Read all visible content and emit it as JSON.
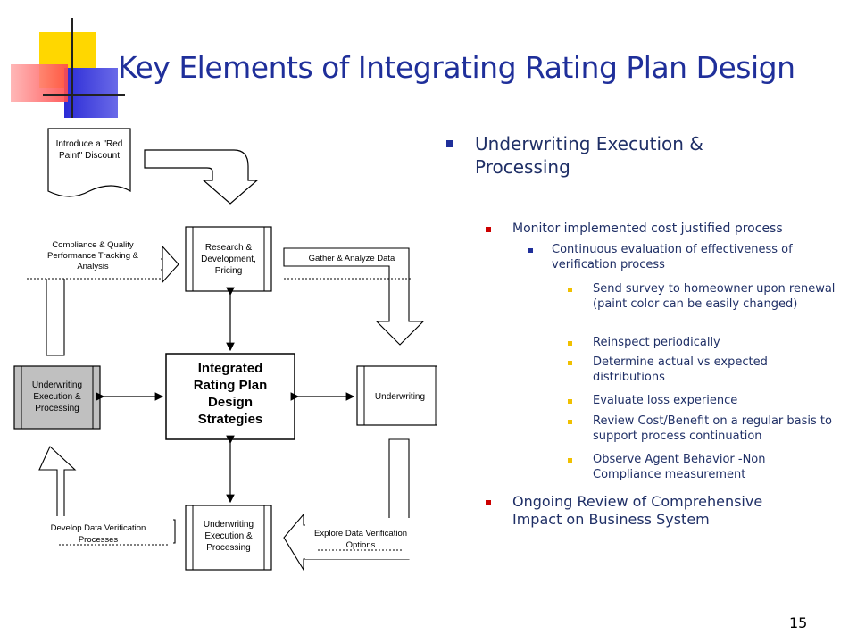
{
  "slide": {
    "title": "Key Elements of Integrating Rating Plan Design",
    "page_number": "15"
  },
  "bullets": {
    "main": "Underwriting Execution & Processing",
    "sub1": "Monitor implemented cost justified process",
    "sub1_child": "Continuous evaluation of effectiveness of verification process",
    "items": [
      "Send survey to homeowner upon renewal (paint color can be easily changed)",
      "Reinspect periodically",
      "Determine actual vs expected distributions",
      "Evaluate loss experience",
      "Review Cost/Benefit on a regular basis to support process continuation",
      "Observe Agent Behavior -Non Compliance measurement"
    ],
    "sub2": "Ongoing Review of Comprehensive Impact on Business System"
  },
  "diagram": {
    "doc_note": [
      "Introduce a \"Red",
      "Paint\" Discount"
    ],
    "center": [
      "Integrated",
      "Rating Plan",
      "Design",
      "Strategies"
    ],
    "top_box": [
      "Research &",
      "Development,",
      "Pricing"
    ],
    "right_box": "Underwriting",
    "bottom_box": [
      "Underwriting",
      "Execution &",
      "Processing"
    ],
    "left_box": [
      "Underwriting",
      "Execution &",
      "Processing"
    ],
    "arrow_top_left": [
      "Compliance & Quality",
      "Performance Tracking &",
      "Analysis"
    ],
    "arrow_top_right": "Gather & Analyze Data",
    "arrow_bottom_right": [
      "Explore Data Verification",
      "Options"
    ],
    "arrow_bottom_left": [
      "Develop Data Verification",
      "Processes"
    ]
  },
  "colors": {
    "title": "#1f2f9a",
    "accent_yellow": "#ffd700",
    "accent_red": "#ff5c5c",
    "accent_blue": "#3030d0"
  }
}
